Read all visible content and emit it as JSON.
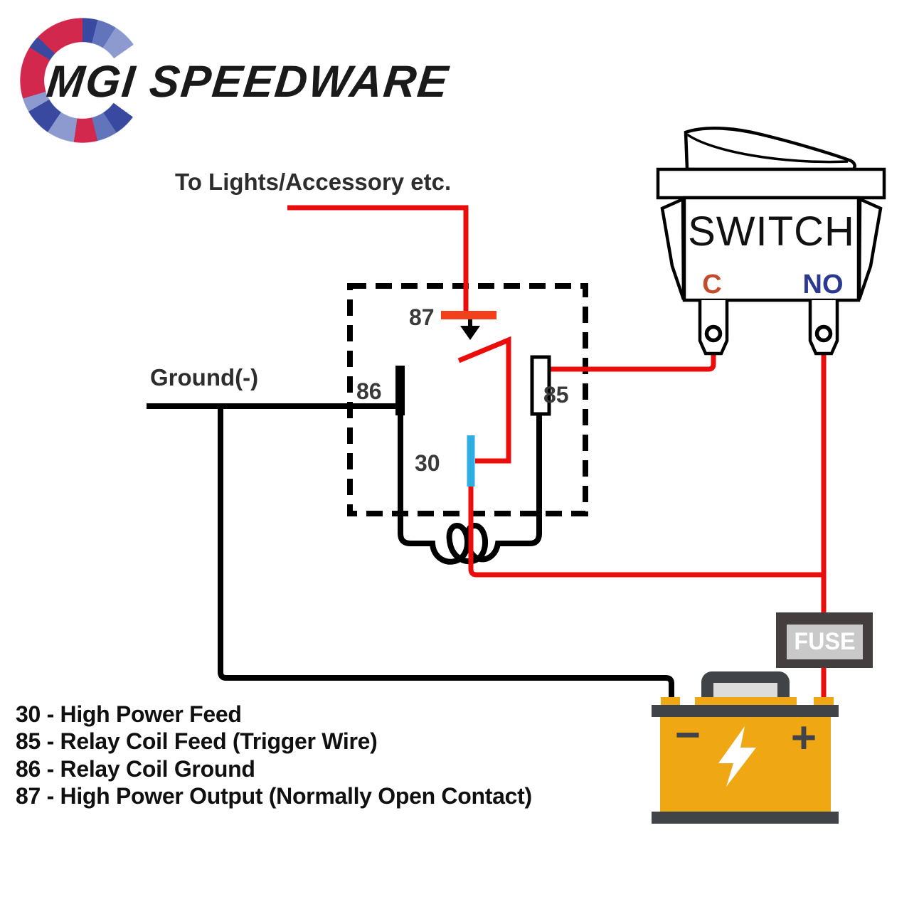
{
  "colors": {
    "wire_red": "#EB0C0C",
    "wire_black": "#000000",
    "contact_87_red": "#F23F1C",
    "contact_30_blue": "#2FAEE3",
    "label_gray": "#3A3A3A",
    "switch_c_red": "#C44B2B",
    "switch_no_blue": "#2B3990",
    "battery_yellow": "#EFA713",
    "battery_gray": "#404448",
    "battery_gray_light": "#DCDCDC",
    "fuse_dark": "#453E3E",
    "fuse_light": "#C9C9C9",
    "logo_crimson": "#D2284D",
    "logo_blue_dark": "#3A49A0",
    "logo_blue_mid": "#6275BC",
    "logo_blue_light": "#8C9AD0",
    "text_dark": "#1A1A1A"
  },
  "logo": {
    "text": "MGI SPEEDWARE"
  },
  "icons": {
    "logo_mark": "mgi-c-mosaic-ring",
    "relay_arrow": "arrow-down",
    "battery_bolt": "lightning-bolt"
  },
  "annotations": {
    "to_lights": "To Lights/Accessory etc.",
    "ground": "Ground(-)"
  },
  "relay": {
    "pin_87": "87",
    "pin_86": "86",
    "pin_85": "85",
    "pin_30": "30"
  },
  "switch": {
    "title": "SWITCH",
    "terminal_c": "C",
    "terminal_no": "NO"
  },
  "fuse": {
    "label": "FUSE"
  },
  "battery": {
    "minus": "−",
    "plus": "+"
  },
  "legend": {
    "lines": [
      "30 - High Power Feed",
      "85 - Relay Coil Feed (Trigger Wire)",
      "86 - Relay Coil Ground",
      "87 - High Power Output (Normally Open Contact)"
    ]
  }
}
